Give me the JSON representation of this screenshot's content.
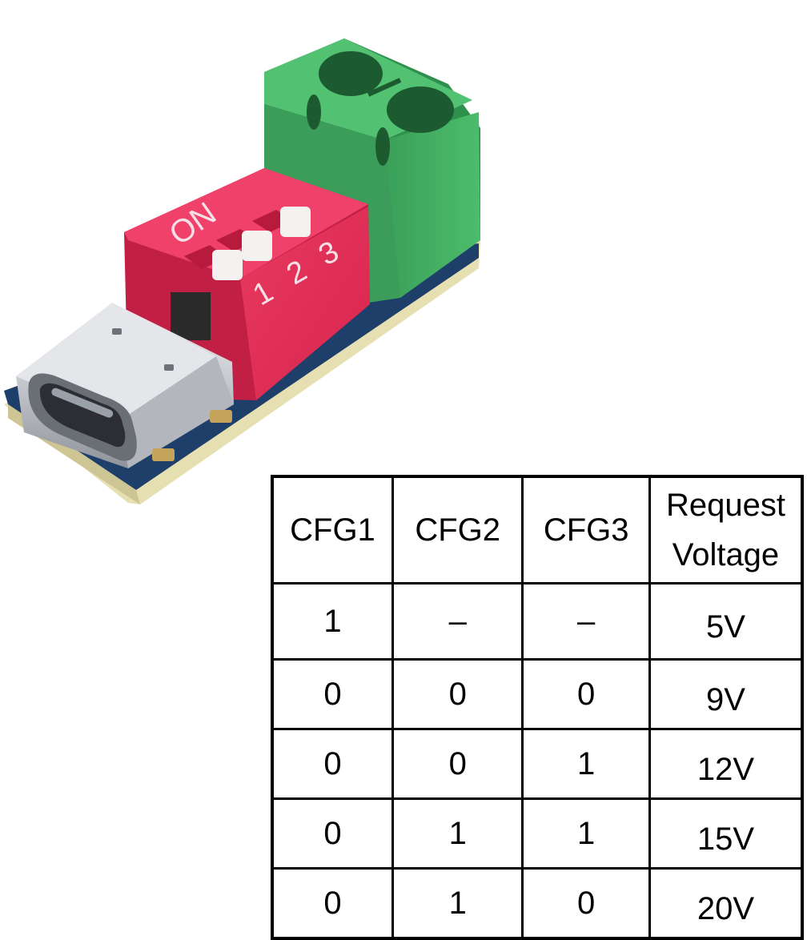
{
  "product": {
    "dip_switch": {
      "on_marking": "ON",
      "switch_numbers": [
        "1",
        "2",
        "3"
      ]
    },
    "colors": {
      "dip_switch_body": "#e8315a",
      "terminal_block": "#3fa95a",
      "pcb": "#1f3f6b",
      "usb_c_shell": "#c9cbd0"
    }
  },
  "voltage_table": {
    "headers": [
      "CFG1",
      "CFG2",
      "CFG3",
      "Request\nVoltage"
    ],
    "header_voltage_line1": "Request",
    "header_voltage_line2": "Voltage",
    "rows": [
      [
        "1",
        "–",
        "–",
        "5V"
      ],
      [
        "0",
        "0",
        "0",
        "9V"
      ],
      [
        "0",
        "0",
        "1",
        "12V"
      ],
      [
        "0",
        "1",
        "1",
        "15V"
      ],
      [
        "0",
        "1",
        "0",
        "20V"
      ]
    ]
  }
}
